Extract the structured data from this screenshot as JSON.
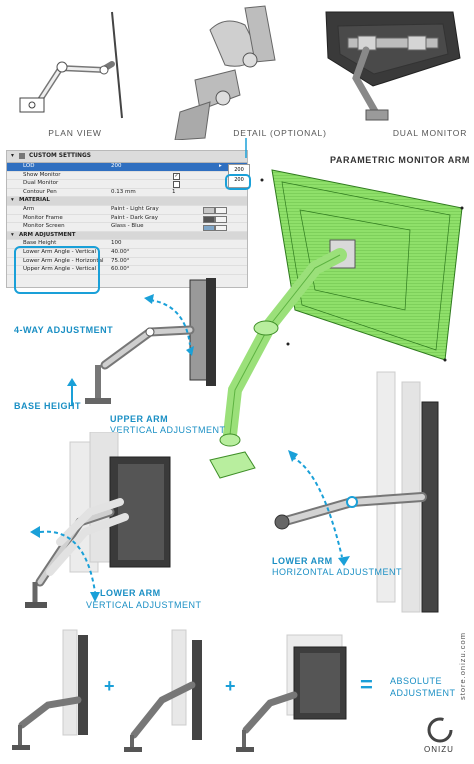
{
  "top_views": [
    {
      "label": "PLAN VIEW"
    },
    {
      "label": "DETAIL (OPTIONAL)"
    },
    {
      "label": "DUAL MONITOR"
    }
  ],
  "main_title": "PARAMETRIC MONITOR ARM",
  "settings_panel": {
    "header": "CUSTOM SETTINGS",
    "rows": [
      {
        "label": "LOD",
        "value": "200"
      },
      {
        "label": "Show Monitor",
        "checked": "✓"
      },
      {
        "label": "Dual Monitor",
        "checked": ""
      },
      {
        "label": "Contour Pen",
        "value": "0.13 mm",
        "num": "1"
      }
    ],
    "material_header": "MATERIAL",
    "materials": [
      {
        "label": "Arm",
        "value": "Paint - Light Gray",
        "swatch": "#c8c8c8"
      },
      {
        "label": "Monitor Frame",
        "value": "Paint - Dark Gray",
        "swatch": "#555555"
      },
      {
        "label": "Monitor Screen",
        "value": "Glass - Blue",
        "swatch": "#7fa6c8"
      }
    ],
    "arm_header": "ARM ADJUSTMENT",
    "arm_rows": [
      {
        "label": "Base Height",
        "value": "100"
      },
      {
        "label": "Lower Arm Angle - Vertical",
        "value": "40.00°"
      },
      {
        "label": "Lower Arm Angle - Horizontal",
        "value": "75.00°"
      },
      {
        "label": "Upper Arm Angle - Vertical",
        "value": "60.00°"
      }
    ],
    "lod_options": [
      "200",
      "200"
    ]
  },
  "labels": {
    "four_way": "4-WAY ADJUSTMENT",
    "base_height": "BASE HEIGHT",
    "upper_arm_title": "UPPER ARM",
    "upper_arm_sub": "VERTICAL ADJUSTMENT",
    "lower_h_title": "LOWER ARM",
    "lower_h_sub": "HORIZONTAL ADJUSTMENT",
    "lower_v_title": "LOWER ARM",
    "lower_v_sub": "VERTICAL ADJUSTMENT",
    "plus": "+",
    "equals": "=",
    "absolute_1": "ABSOLUTE",
    "absolute_2": "ADJUSTMENT"
  },
  "brand": {
    "name": "ONIZU",
    "url": "store.onizu.com"
  },
  "colors": {
    "accent": "#1a9fd8",
    "green": "#6fd24a",
    "panel_sel": "#2f6fc0"
  }
}
